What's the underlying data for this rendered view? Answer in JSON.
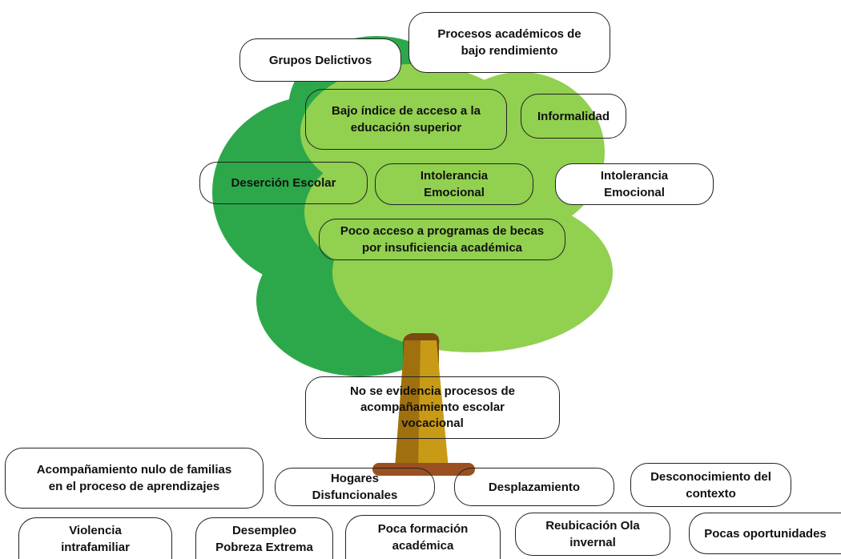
{
  "colors": {
    "canopy_dark": "#2ca84a",
    "canopy_light": "#92d050",
    "trunk_dark": "#a0700e",
    "trunk_light": "#c89a16",
    "trunk_shadow": "#7a4a10",
    "base": "#9a5020",
    "outline": "#222222"
  },
  "effects": [
    {
      "id": "grupos",
      "text": "Grupos Delictivos"
    },
    {
      "id": "procesos",
      "text": "Procesos académicos de\nbajo rendimiento"
    },
    {
      "id": "bajo-indice",
      "text": "Bajo índice de acceso a la\neducación superior"
    },
    {
      "id": "informalidad",
      "text": "Informalidad"
    },
    {
      "id": "desercion",
      "text": "Deserción Escolar"
    },
    {
      "id": "intolerancia-1",
      "text": "Intolerancia\nEmocional"
    },
    {
      "id": "intolerancia-2",
      "text": "Intolerancia\nEmocional"
    },
    {
      "id": "poco-acceso",
      "text": "Poco acceso a programas de becas\npor insuficiencia académica"
    }
  ],
  "problem": {
    "text": "No se evidencia procesos de\nacompañamiento escolar\nvocacional"
  },
  "causes": [
    {
      "id": "acompanamiento",
      "text": "Acompañamiento nulo de familias\nen el proceso de aprendizajes"
    },
    {
      "id": "hogares",
      "text": "Hogares\nDisfuncionales"
    },
    {
      "id": "desplazamiento",
      "text": "Desplazamiento"
    },
    {
      "id": "desconocimiento",
      "text": "Desconocimiento del\ncontexto"
    },
    {
      "id": "violencia",
      "text": "Violencia\nintrafamiliar"
    },
    {
      "id": "desempleo",
      "text": "Desempleo\nPobreza Extrema"
    },
    {
      "id": "poca-formacion",
      "text": "Poca formación\nacadémica"
    },
    {
      "id": "reubicacion",
      "text": "Reubicación Ola\ninvernal"
    },
    {
      "id": "pocas-oportunidades",
      "text": "Pocas oportunidades"
    }
  ]
}
